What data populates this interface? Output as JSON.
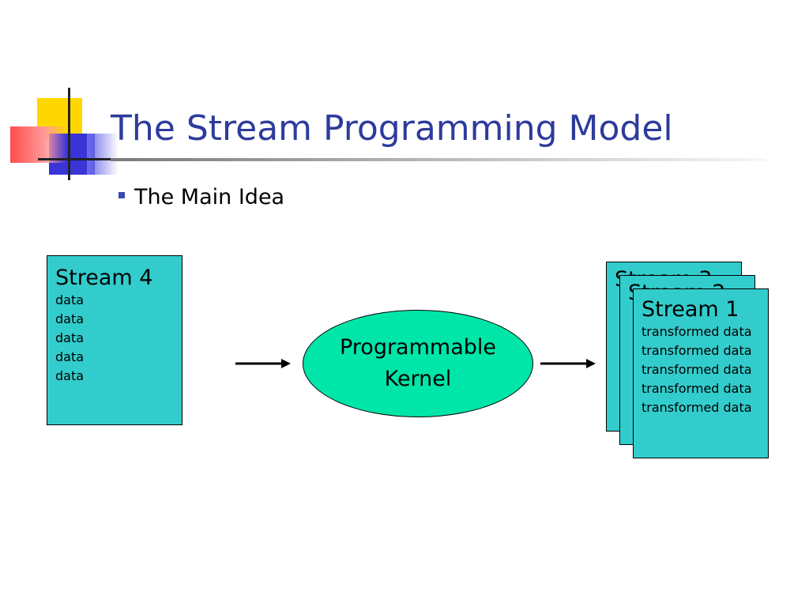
{
  "colors": {
    "title": "#2d3b9c",
    "stream_box": "#33cccc",
    "kernel": "#00e6a8",
    "deco_yellow": "#ffd700",
    "deco_blue": "#3a34d6",
    "deco_red": "#ff4d4d"
  },
  "slide": {
    "title": "The Stream Programming Model",
    "bullet": "The Main Idea"
  },
  "diagram": {
    "input_stream": {
      "title": "Stream 4",
      "items": [
        "data",
        "data",
        "data",
        "data",
        "data"
      ]
    },
    "kernel": {
      "line1": "Programmable",
      "line2": "Kernel"
    },
    "output_back2": {
      "title": "Stream 3"
    },
    "output_back1": {
      "title": "Stream 2"
    },
    "output_front": {
      "title": "Stream 1",
      "items": [
        "transformed data",
        "transformed data",
        "transformed data",
        "transformed data",
        "transformed data"
      ]
    }
  }
}
